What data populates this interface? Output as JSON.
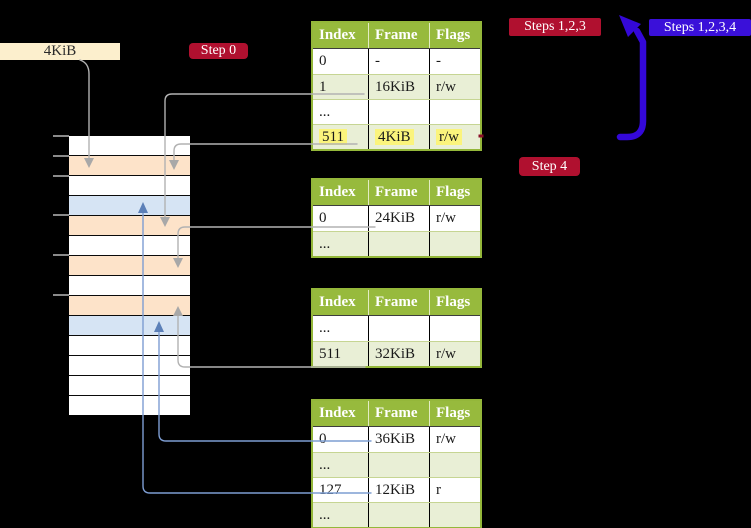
{
  "labels": {
    "frame_size": "4KiB",
    "step0": "Step 0",
    "steps123": "Steps 1,2,3",
    "steps1234": "Steps 1,2,3,4",
    "step4": "Step 4"
  },
  "tables": [
    {
      "headers": [
        "Index",
        "Frame",
        "Flags"
      ],
      "rows": [
        {
          "cells": [
            "0",
            "-",
            "-"
          ]
        },
        {
          "cells": [
            "1",
            "16KiB",
            "r/w"
          ]
        },
        {
          "cells": [
            "...",
            "",
            ""
          ]
        },
        {
          "cells": [
            "511",
            "4KiB",
            "r/w"
          ],
          "highlight": true
        }
      ]
    },
    {
      "headers": [
        "Index",
        "Frame",
        "Flags"
      ],
      "rows": [
        {
          "cells": [
            "0",
            "24KiB",
            "r/w"
          ]
        },
        {
          "cells": [
            "...",
            "",
            ""
          ]
        }
      ]
    },
    {
      "headers": [
        "Index",
        "Frame",
        "Flags"
      ],
      "rows": [
        {
          "cells": [
            "...",
            "",
            ""
          ]
        },
        {
          "cells": [
            "511",
            "32KiB",
            "r/w"
          ]
        }
      ]
    },
    {
      "headers": [
        "Index",
        "Frame",
        "Flags"
      ],
      "rows": [
        {
          "cells": [
            "0",
            "36KiB",
            "r/w"
          ]
        },
        {
          "cells": [
            "...",
            "",
            ""
          ]
        },
        {
          "cells": [
            "127",
            "12KiB",
            "r"
          ]
        },
        {
          "cells": [
            "...",
            "",
            ""
          ]
        }
      ]
    }
  ],
  "memory_map": {
    "rows": [
      "white",
      "wheat",
      "white",
      "blue",
      "wheat",
      "white",
      "wheat",
      "white",
      "wheat",
      "blue",
      "white",
      "white",
      "white",
      "white"
    ]
  },
  "colors": {
    "background": "#000000",
    "crimson_label": "#b0102f",
    "blueviolet_label": "#3a10d9",
    "blueviolet_arrow": "#3408d8",
    "table_header_green": "#97ba3d",
    "table_alt_row_green": "#e9efd6",
    "highlight_yellow": "#fbf47c",
    "frame_wheat": "#fde3c9",
    "frame_blue": "#d6e4f4",
    "label_wheat": "#fcefcd",
    "gray_connector": "#b2b2b2",
    "blue_connector": "#7d9dd2"
  }
}
